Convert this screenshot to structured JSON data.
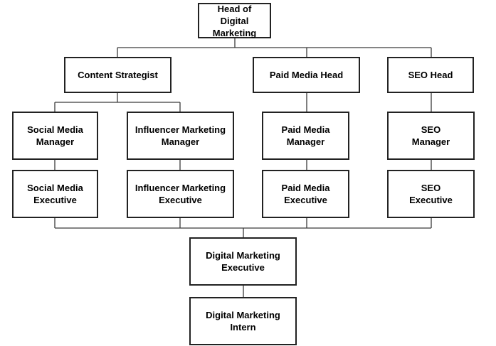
{
  "org_chart": {
    "head": {
      "label": "Head of\nDigital Marketing"
    },
    "level2": {
      "content_strategist": {
        "label": "Content Strategist"
      },
      "paid_media_head": {
        "label": "Paid Media Head"
      },
      "seo_head": {
        "label": "SEO Head"
      }
    },
    "managers": {
      "social_media_manager": {
        "label": "Social Media\nManager"
      },
      "influencer_marketing_manager": {
        "label": "Influencer Marketing\nManager"
      },
      "paid_media_manager": {
        "label": "Paid Media\nManager"
      },
      "seo_manager": {
        "label": "SEO\nManager"
      }
    },
    "executives": {
      "social_media_executive": {
        "label": "Social Media\nExecutive"
      },
      "influencer_marketing_executive": {
        "label": "Influencer Marketing\nExecutive"
      },
      "paid_media_executive": {
        "label": "Paid Media\nExecutive"
      },
      "seo_executive": {
        "label": "SEO\nExecutive"
      }
    },
    "digital_marketing_executive": {
      "label": "Digital Marketing\nExecutive"
    },
    "digital_marketing_intern": {
      "label": "Digital Marketing\nIntern"
    }
  },
  "colors": {
    "box_border": "#222222",
    "connector": "#3a3a3a",
    "text": "#000000",
    "background": "#ffffff"
  }
}
